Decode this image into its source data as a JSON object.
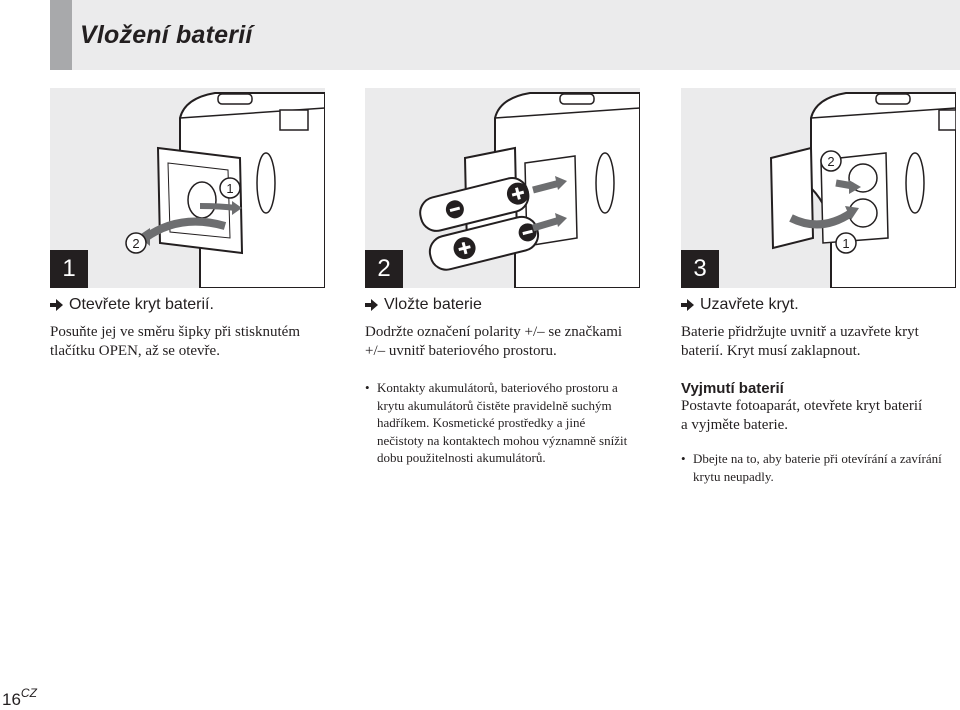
{
  "header": {
    "title": "Vložení baterií"
  },
  "steps": [
    {
      "number": "1",
      "heading": "Otevřete kryt baterií.",
      "lines": [
        "Posuňte jej ve směru šipky při stisknutém",
        "tlačítku OPEN, až se otevře."
      ],
      "callouts": [
        "1",
        "2"
      ]
    },
    {
      "number": "2",
      "heading": "Vložte baterie",
      "lines": [
        "Dodržte označení polarity +/– se značkami",
        "+/– uvnitř bateriového prostoru."
      ],
      "bullet": {
        "marker": "•",
        "lines": [
          "Kontakty akumulátorů, bateriového prostoru a",
          "krytu akumulátorů čistěte pravidelně suchým",
          "hadříkem. Kosmetické prostředky a jiné",
          "nečistoty na kontaktech mohou významně snížit",
          "dobu použitelnosti akumulátorů."
        ]
      }
    },
    {
      "number": "3",
      "heading": "Uzavřete kryt.",
      "lines": [
        "Baterie přidržujte uvnitř a uzavřete kryt",
        "baterií. Kryt musí zaklapnout."
      ],
      "callouts": [
        "2",
        "1"
      ],
      "subsection": {
        "title": "Vyjmutí baterií",
        "lines": [
          "Postavte fotoaparát, otevřete kryt baterií",
          "a vyjměte baterie."
        ],
        "bullet": {
          "marker": "•",
          "lines": [
            "Dbejte na to, aby baterie při otevírání a zavírání",
            "krytu neupadly."
          ]
        }
      }
    }
  ],
  "footer": {
    "page_number": "16",
    "lang": "CZ"
  },
  "colors": {
    "text": "#231f20",
    "panel": "#ebebec",
    "title_bar": "#a8a9ab",
    "badge": "#231f20"
  },
  "icons": [
    "arrow-right-icon",
    "camera-illustration",
    "battery-illustration",
    "rotate-arrow-icon"
  ]
}
